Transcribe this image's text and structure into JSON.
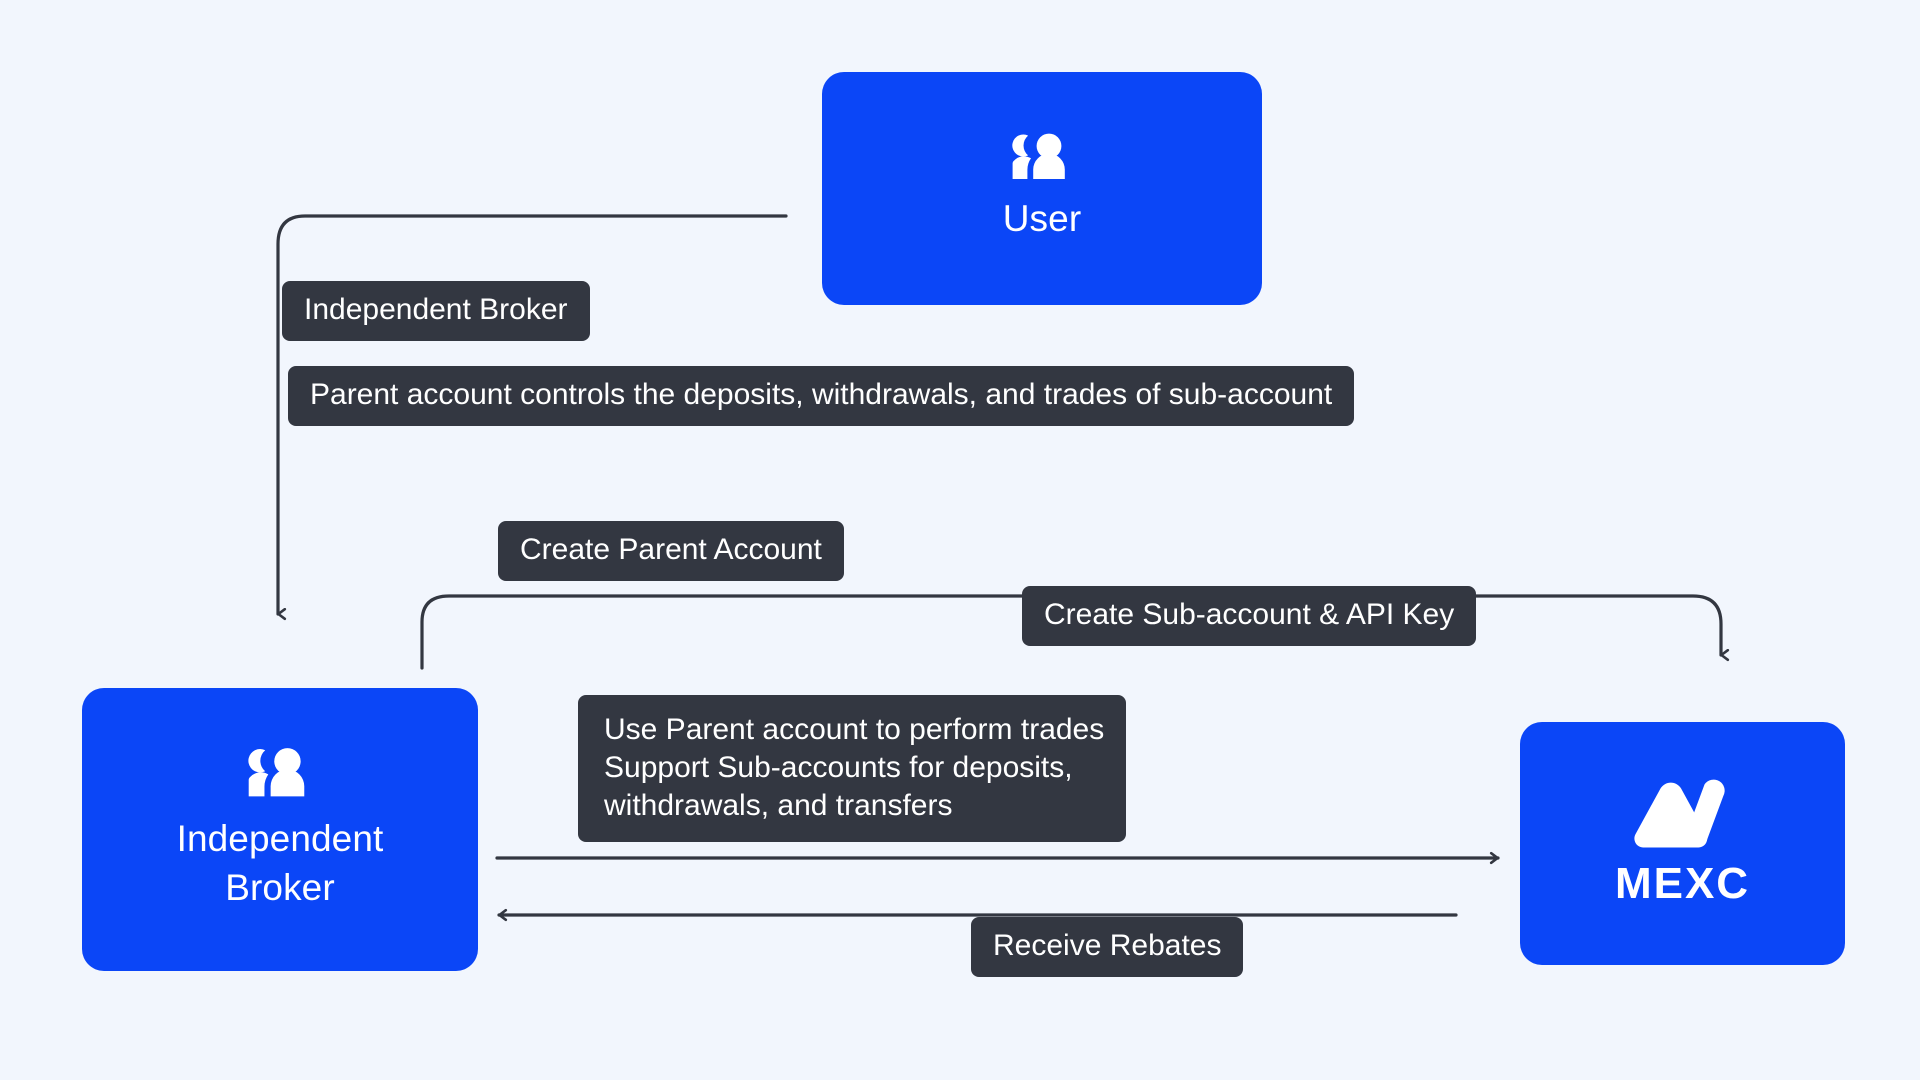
{
  "diagram": {
    "type": "flow-diagram",
    "title": "MEXC Independent Broker account structure",
    "background_color": "#f2f6fd",
    "node_color": "#0b46f7",
    "label_color": "#333741",
    "connector_color": "#333741"
  },
  "nodes": [
    {
      "id": "user",
      "label": "User",
      "icon": "people-icon",
      "role": "end customer"
    },
    {
      "id": "broker",
      "label": "Independent\nBroker",
      "icon": "people-icon",
      "role": "broker partner"
    },
    {
      "id": "mexc",
      "label": "MEXC",
      "icon": "mexc-logo-icon",
      "role": "exchange"
    }
  ],
  "edges": [
    {
      "id": "user-to-broker",
      "from": "user",
      "to": "broker",
      "labels": [
        "Independent Broker",
        "Parent account controls the deposits, withdrawals, and trades of sub-account"
      ]
    },
    {
      "id": "broker-to-mexc-create",
      "from": "broker",
      "to": "mexc",
      "labels": [
        "Create Parent Account",
        "Create Sub-account & API Key"
      ]
    },
    {
      "id": "broker-to-mexc-trades",
      "from": "broker",
      "to": "mexc",
      "labels": [
        "Use Parent account to perform trades\nSupport Sub-accounts for deposits,\nwithdrawals, and transfers"
      ]
    },
    {
      "id": "mexc-to-broker-rebates",
      "from": "mexc",
      "to": "broker",
      "labels": [
        "Receive Rebates"
      ]
    }
  ],
  "labels": {
    "independent_broker": "Independent Broker",
    "parent_controls": "Parent account controls the deposits, withdrawals, and trades of sub-account",
    "create_parent_account": "Create Parent Account",
    "create_sub_account": "Create Sub-account & API Key",
    "use_parent_account": "Use Parent account to perform trades\nSupport Sub-accounts for deposits,\nwithdrawals, and transfers",
    "receive_rebates": "Receive Rebates"
  },
  "node_labels": {
    "user": "User",
    "broker": "Independent\nBroker",
    "mexc": "MEXC"
  }
}
